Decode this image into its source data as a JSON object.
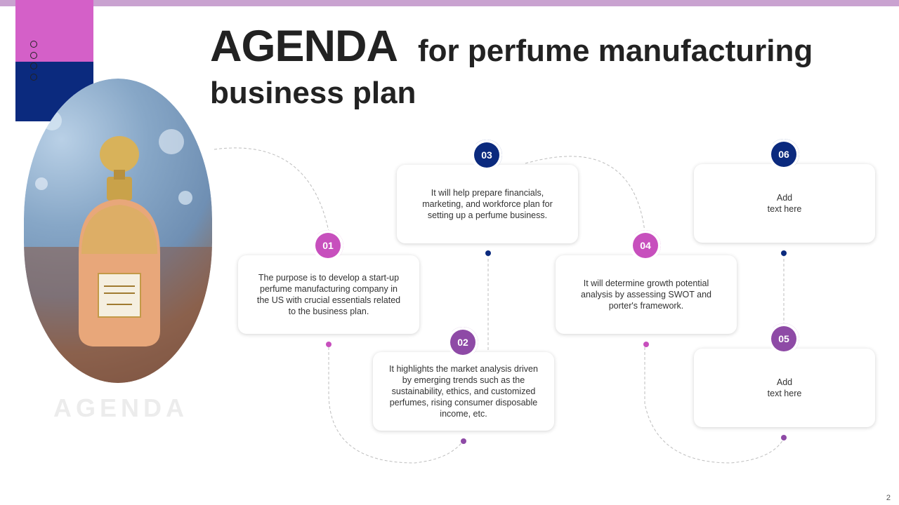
{
  "title": {
    "big": "AGENDA",
    "rest": "for perfume manufacturing",
    "line2": "business plan"
  },
  "watermark": "AGENDA",
  "items": [
    {
      "num": "01",
      "text": "The purpose is to develop  a start-up\nperfume manufacturing company in\nthe US with crucial essentials related\nto the business plan.",
      "color": "#c74fbd"
    },
    {
      "num": "02",
      "text": "It highlights the market analysis driven\nby emerging  trends such as the\nsustainability, ethics, and customized\nperfumes, rising consumer disposable\nincome, etc.",
      "color": "#8e4aa6"
    },
    {
      "num": "03",
      "text": "It will help prepare financials,\nmarketing, and workforce  plan for\nsetting up a perfume  business.",
      "color": "#0b2a7e"
    },
    {
      "num": "04",
      "text": "It will determine  growth potential\nanalysis by assessing SWOT and\nporter's framework.",
      "color": "#c74fbd"
    },
    {
      "num": "05",
      "text": "Add\ntext  here",
      "color": "#8e4aa6"
    },
    {
      "num": "06",
      "text": "Add\ntext  here",
      "color": "#0b2a7e"
    }
  ],
  "photo": {
    "label": "perfume-bottle-image"
  },
  "page_number": "2"
}
